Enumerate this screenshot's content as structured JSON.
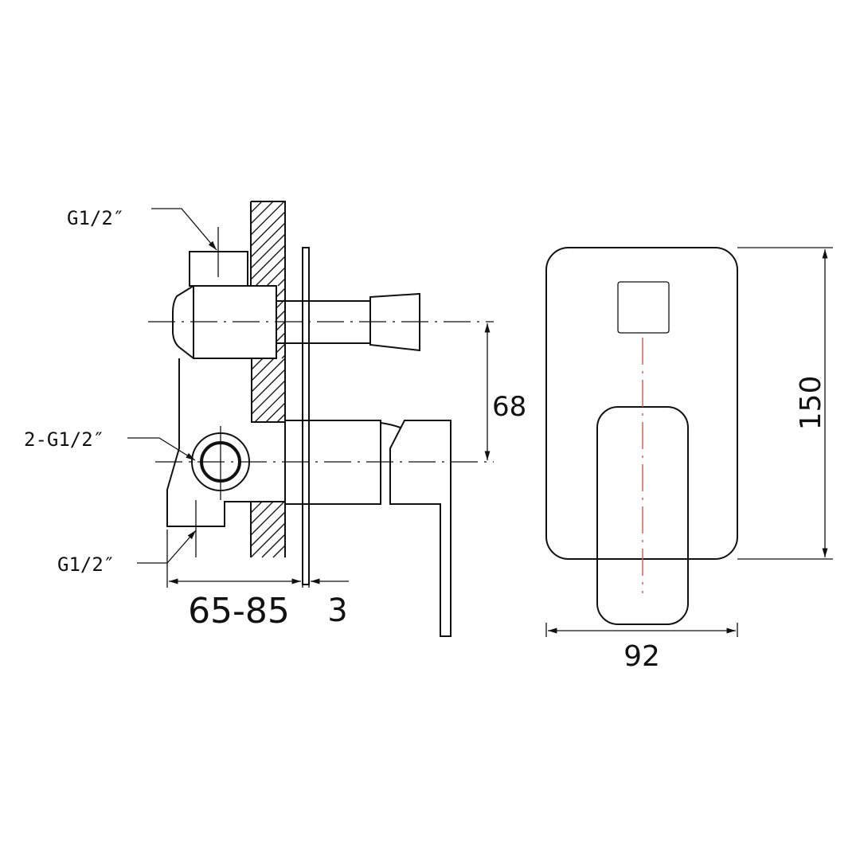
{
  "side_view": {
    "labels": {
      "top_inlet": "G1/2″",
      "outlets": "2-G1/2″",
      "bottom_inlet": "G1/2″"
    },
    "dimensions": {
      "centre_distance": "68",
      "wall_depth": "65-85",
      "plate_thickness": "3"
    }
  },
  "front_view": {
    "dimensions": {
      "height": "150",
      "width": "92"
    }
  },
  "colors": {
    "line": "#111111",
    "centerline_front": "#e85a5a"
  }
}
